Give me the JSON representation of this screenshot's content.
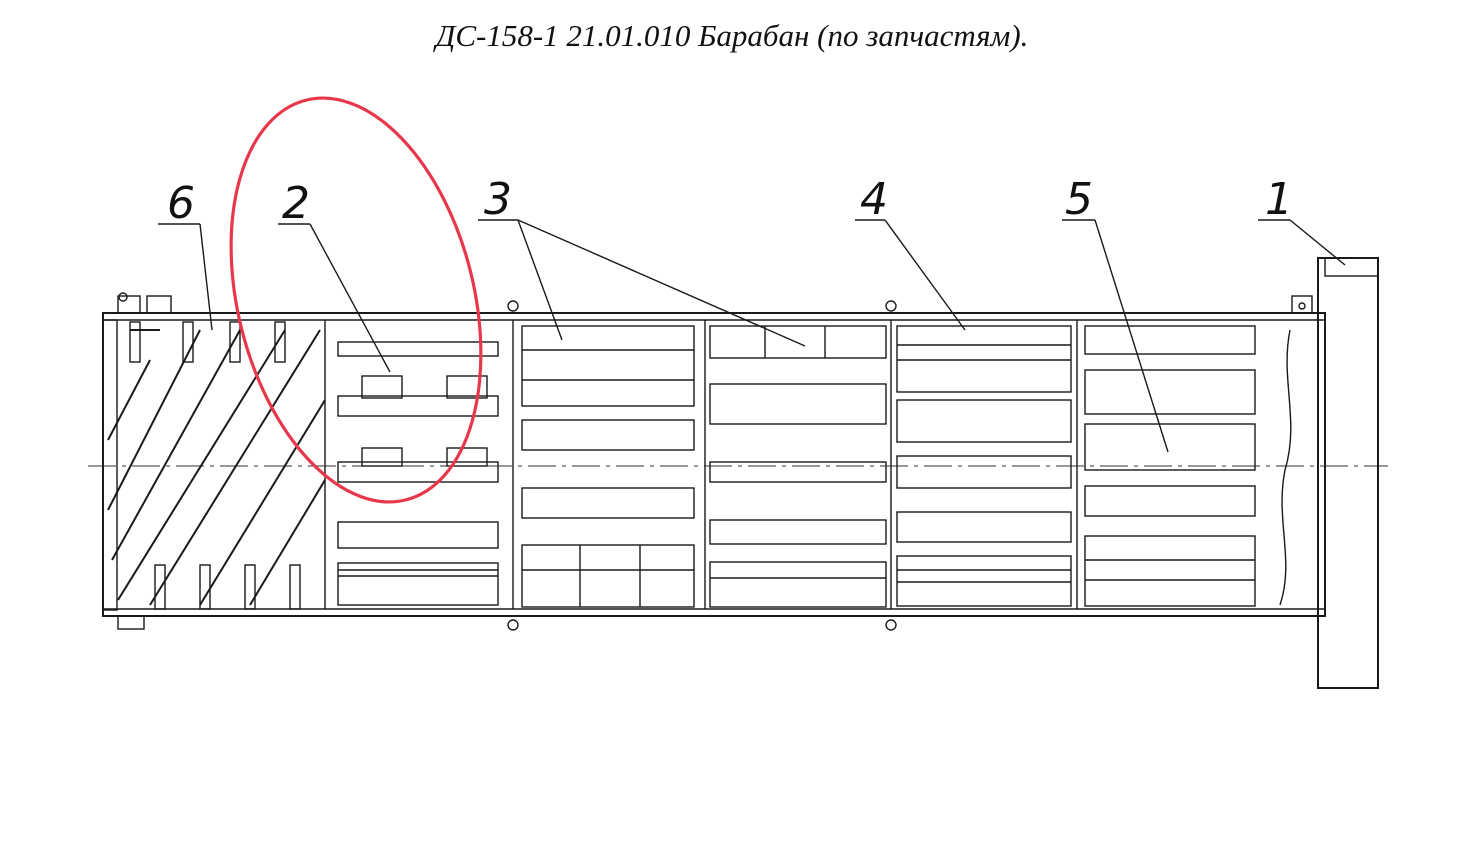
{
  "title": "ДС-158-1 21.01.010 Барабан (по запчастям).",
  "callouts": [
    "6",
    "2",
    "3",
    "4",
    "5",
    "1"
  ],
  "colors": {
    "line": "#1a1a1a",
    "highlight": "#e8374b",
    "background": "#ffffff"
  }
}
